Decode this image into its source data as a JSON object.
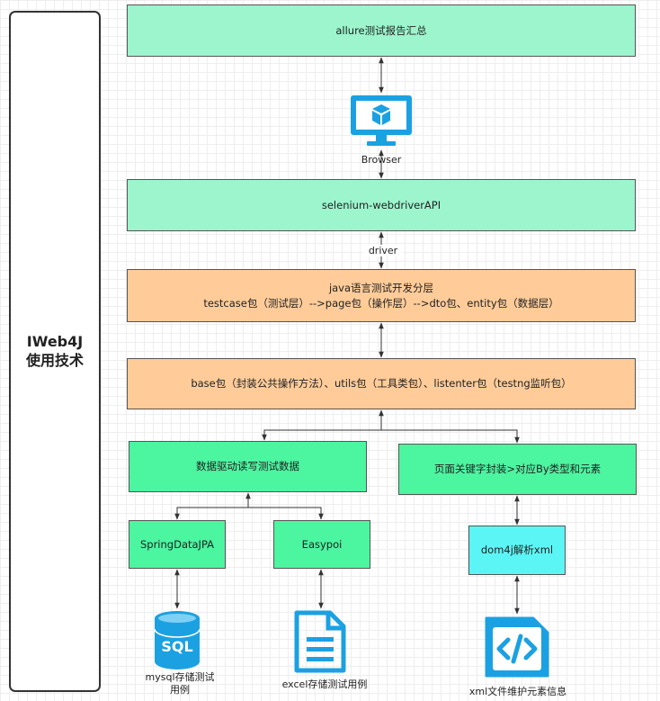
{
  "side": {
    "title_line1": "IWeb4J",
    "title_line2": "使用技术"
  },
  "boxes": {
    "allure": "allure测试报告汇总",
    "selenium": "selenium-webdriverAPI",
    "java_line1": "java语言测试开发分层",
    "java_line2": "testcase包（测试层）-->page包（操作层）-->dto包、entity包（数据层）",
    "base": "base包（封装公共操作方法）、utils包（工具类包）、listenter包（testng监听包）",
    "data_driven": "数据驱动读写测试数据",
    "keyword": "页面关键字封装>对应By类型和元素",
    "jpa": "SpringDataJPA",
    "easypoi": "Easypoi",
    "dom4j": "dom4j解析xml"
  },
  "labels": {
    "browser": "Browser",
    "driver": "driver",
    "mysql_line1": "mysql存储测试",
    "mysql_line2": "用例",
    "excel": "excel存储测试用例",
    "xml": "xml文件维护元素信息"
  },
  "icons": {
    "browser": "monitor-cube-icon",
    "sql": "sql-database-icon",
    "excel": "document-icon",
    "xml": "code-file-icon",
    "sql_text": "SQL"
  },
  "colors": {
    "light_green": "#9cf5cd",
    "green": "#4cf5a0",
    "orange": "#ffcc99",
    "cyan": "#5cf5f5",
    "icon_blue": "#1ba1e2"
  }
}
